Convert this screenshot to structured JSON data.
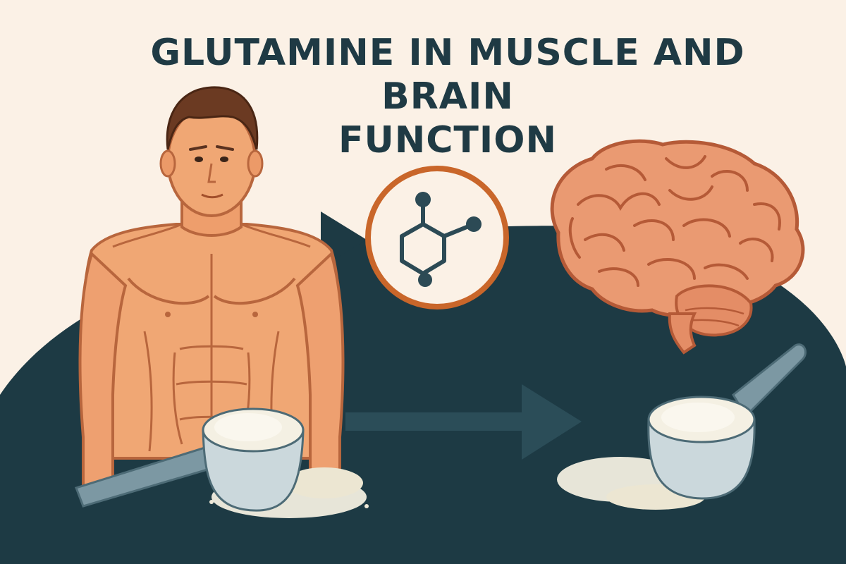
{
  "title": {
    "line1": "GLUTAMINE IN MUSCLE AND BRAIN",
    "line2": "FUNCTION"
  },
  "colors": {
    "background": "#fbf1e6",
    "dark_teal": "#1d3a44",
    "skin": "#f0a774",
    "skin_outline": "#b8663d",
    "hair": "#6b3a22",
    "brain": "#ea9a72",
    "brain_outline": "#b55a37",
    "molecule_ring": "#c9662a",
    "molecule_bonds": "#2c4a55",
    "scoop_plastic": "#7c98a3",
    "powder": "#f2eee0"
  },
  "icons": {
    "figure": "muscular-man-illustration",
    "molecule": "glutamine-molecule-icon",
    "brain": "brain-illustration",
    "scoop_left": "powder-scoop-icon",
    "scoop_right": "powder-scoop-icon",
    "arrow_bottom": "right-arrow-icon",
    "arrow_top": "right-arrow-icon"
  }
}
